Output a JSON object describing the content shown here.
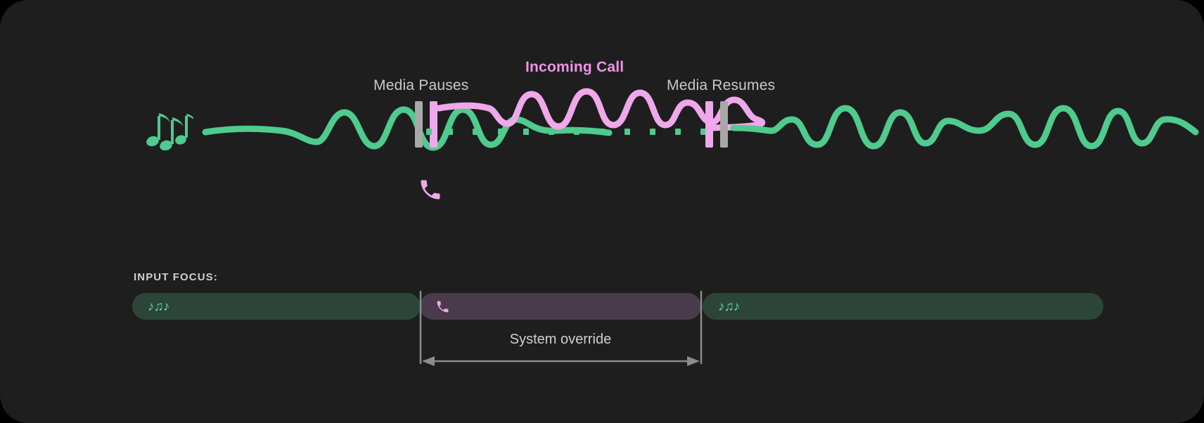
{
  "theme": {
    "background": "#1e1e1e",
    "media_accent": "#4ecb8d",
    "call_accent": "#ef93e7",
    "marker_grey": "#a8a8a8",
    "text_primary": "#cfcfcf",
    "track_media_bg": "#2b4539",
    "track_call_bg": "#4a3b4c"
  },
  "timeline": {
    "labels": {
      "media_pauses": "Media Pauses",
      "incoming_call": "Incoming Call",
      "media_resumes": "Media Resumes"
    },
    "icons": {
      "media_source": "music-notes-icon",
      "call_event": "phone-icon"
    },
    "segments": [
      {
        "name": "media-playing-before",
        "state": "playing",
        "source": "media",
        "color": "#4ecb8d"
      },
      {
        "name": "media-ducked",
        "state": "paused",
        "source": "media",
        "color": "#4ecb8d",
        "style": "dotted"
      },
      {
        "name": "call-audio",
        "state": "active",
        "source": "call",
        "color": "#ef93e7"
      },
      {
        "name": "media-playing-after",
        "state": "playing",
        "source": "media",
        "color": "#4ecb8d"
      }
    ]
  },
  "focus": {
    "section_label": "INPUT FOCUS:",
    "tracks": [
      {
        "name": "media-a",
        "owner": "media",
        "icon": "music-notes-icon",
        "glyph": "♪♫♪",
        "color": "#2b4539"
      },
      {
        "name": "call",
        "owner": "call",
        "icon": "phone-icon",
        "glyph": "",
        "color": "#4a3b4c"
      },
      {
        "name": "media-b",
        "owner": "media",
        "icon": "music-notes-icon",
        "glyph": "♪♫♪",
        "color": "#2b4539"
      }
    ],
    "override": {
      "caption": "System override",
      "arrow": "double-headed"
    }
  },
  "glyphs": {
    "music_notes": "♪♫♪"
  }
}
